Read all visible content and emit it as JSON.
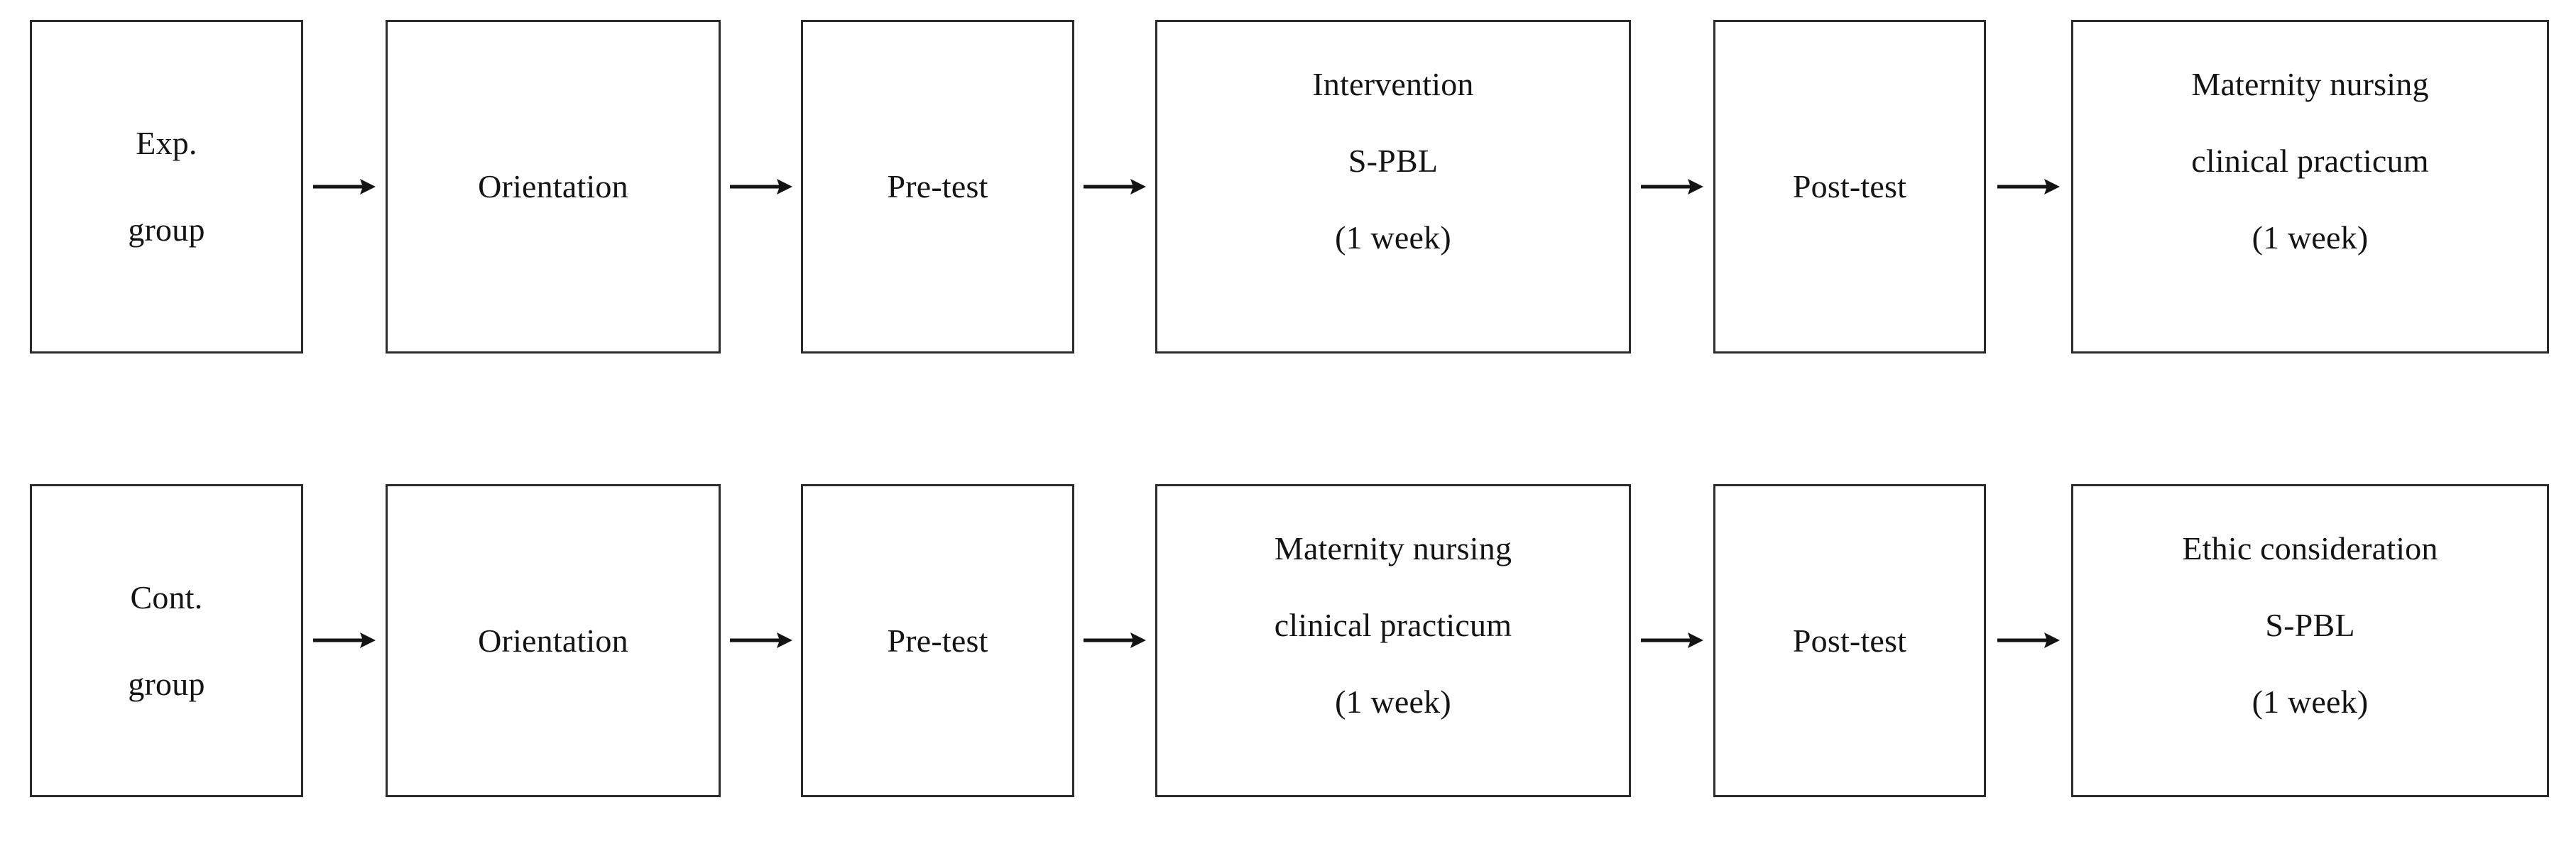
{
  "diagram": {
    "type": "flowchart",
    "title": "",
    "orientation": "left-to-right",
    "arrow_glyph": "→",
    "arrow_icon_name": "right-arrow-icon",
    "colors": {
      "box_border": "#2b2b2b",
      "box_fill": "#ffffff",
      "text": "#141414",
      "background": "#ffffff"
    },
    "rows": [
      {
        "id": "experimental",
        "group_label": "Exp. group",
        "nodes": [
          {
            "id": "exp-group",
            "lines": [
              "Exp.",
              "group"
            ]
          },
          {
            "id": "exp-orientation",
            "lines": [
              "Orientation"
            ]
          },
          {
            "id": "exp-pretest",
            "lines": [
              "Pre-test"
            ]
          },
          {
            "id": "exp-intervention",
            "lines": [
              "Intervention",
              "S-PBL",
              "(1 week)"
            ]
          },
          {
            "id": "exp-posttest",
            "lines": [
              "Post-test"
            ]
          },
          {
            "id": "exp-practicum",
            "lines": [
              "Maternity nursing",
              "clinical practicum",
              "(1 week)"
            ]
          }
        ],
        "connectors": [
          "→",
          "→",
          "→",
          "→",
          "→"
        ]
      },
      {
        "id": "control",
        "group_label": "Cont. group",
        "nodes": [
          {
            "id": "cont-group",
            "lines": [
              "Cont.",
              "group"
            ]
          },
          {
            "id": "cont-orientation",
            "lines": [
              "Orientation"
            ]
          },
          {
            "id": "cont-pretest",
            "lines": [
              "Pre-test"
            ]
          },
          {
            "id": "cont-practicum",
            "lines": [
              "Maternity nursing",
              "clinical practicum",
              "(1 week)"
            ]
          },
          {
            "id": "cont-posttest",
            "lines": [
              "Post-test"
            ]
          },
          {
            "id": "cont-ethic",
            "lines": [
              "Ethic consideration",
              "S-PBL",
              "(1 week)"
            ]
          }
        ],
        "connectors": [
          "→",
          "→",
          "→",
          "→",
          "→"
        ]
      }
    ]
  }
}
